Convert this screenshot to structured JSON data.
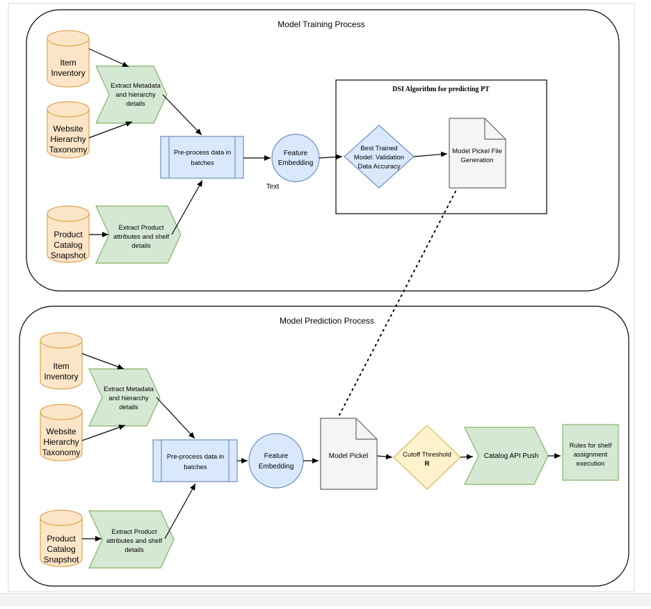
{
  "training": {
    "title": "Model Training Process",
    "item_inventory": [
      "Item",
      "Inventory"
    ],
    "website_taxonomy": [
      "Website",
      "Hierarchy",
      "Taxonomy"
    ],
    "product_catalog": [
      "Product",
      "Catalog",
      "Snapshot"
    ],
    "extract_metadata": [
      "Extract Metadata",
      "and hierarchy",
      "details"
    ],
    "extract_product": [
      "Extract Product",
      "attributes and shelf",
      "details"
    ],
    "preprocess": [
      "Pre-process data in",
      "batches"
    ],
    "feature_embedding": [
      "Feature",
      "Embedding"
    ],
    "text_label": "Text",
    "dsi_title": "DSI Algorithm for predicting PT",
    "best_model": [
      "Best Trained",
      "Model: Validation",
      "Data Accuracy"
    ],
    "pickel_generation": [
      "Model Pickel File",
      "Generation"
    ]
  },
  "prediction": {
    "title": "Model Prediction Process",
    "item_inventory": [
      "Item",
      "Inventory"
    ],
    "website_taxonomy": [
      "Website",
      "Hierarchy",
      "Taxonomy"
    ],
    "product_catalog": [
      "Product",
      "Catalog",
      "Snapshot"
    ],
    "extract_metadata": [
      "Extract Metadata",
      "and hierarchy",
      "details"
    ],
    "extract_product": [
      "Extract Product",
      "attributes and shelf",
      "details"
    ],
    "preprocess": [
      "Pre-process data in",
      "batches"
    ],
    "feature_embedding": [
      "Feature",
      "Embedding"
    ],
    "model_pickel": "Model Pickel",
    "cutoff": [
      "Cutoff Threshold",
      "R"
    ],
    "catalog_push": "Catalog API Push",
    "rules": [
      "Rules for shelf",
      "assignment",
      "execution"
    ]
  },
  "colors": {
    "cylinder_fill": "#fde6c8",
    "cylinder_stroke": "#e0a04a",
    "chevron_fill": "#d5e8d4",
    "chevron_stroke": "#82b366",
    "process_fill": "#dae8fc",
    "process_stroke": "#6c8ebf",
    "decision_fill": "#fff2cc",
    "decision_stroke": "#d6b656",
    "doc_fill": "#f5f5f5",
    "doc_stroke": "#666666"
  }
}
